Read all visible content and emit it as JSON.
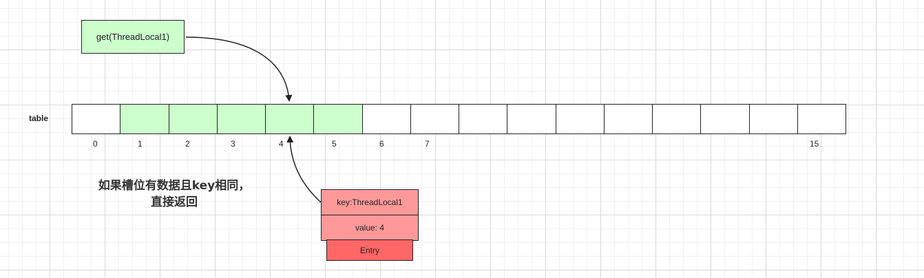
{
  "request": {
    "label": "get(ThreadLocal1)"
  },
  "table": {
    "label": "table",
    "cells": [
      {
        "index": 0,
        "filled": false
      },
      {
        "index": 1,
        "filled": true
      },
      {
        "index": 2,
        "filled": true
      },
      {
        "index": 3,
        "filled": true
      },
      {
        "index": 4,
        "filled": true
      },
      {
        "index": 5,
        "filled": true
      },
      {
        "index": 6,
        "filled": false
      },
      {
        "index": 7,
        "filled": false
      },
      {
        "index": 8,
        "filled": false
      },
      {
        "index": 9,
        "filled": false
      },
      {
        "index": 10,
        "filled": false
      },
      {
        "index": 11,
        "filled": false
      },
      {
        "index": 12,
        "filled": false
      },
      {
        "index": 13,
        "filled": false
      },
      {
        "index": 14,
        "filled": false
      },
      {
        "index": 15,
        "filled": false
      }
    ],
    "index_labels": [
      "0",
      "1",
      "2",
      "3",
      "4",
      "5",
      "6",
      "7",
      "15"
    ]
  },
  "note": {
    "line1": "如果槽位有数据且key相同，",
    "line2": "直接返回"
  },
  "entry": {
    "key": "key:ThreadLocal1",
    "value": "value: 4",
    "label": "Entry"
  },
  "colors": {
    "filled_cell": "#ccffcc",
    "entry_fields": "#ff9999",
    "entry_label": "#ff6666",
    "stroke": "#222222"
  }
}
